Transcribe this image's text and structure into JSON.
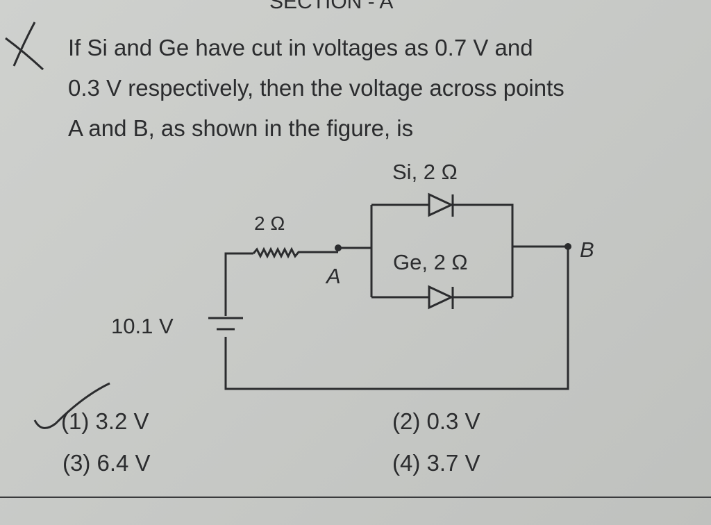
{
  "section_heading": "SECTION - A",
  "question": {
    "lines": [
      "If Si and Ge have cut in voltages as 0.7 V and",
      "0.3 V respectively, then the voltage across points",
      "A and B, as shown in the figure, is"
    ]
  },
  "circuit": {
    "si_diode_label": "Si, 2 Ω",
    "ge_diode_label": "Ge, 2 Ω",
    "resistor_label": "2 Ω",
    "point_a": "A",
    "point_b": "B",
    "battery_label": "10.1 V"
  },
  "options": [
    {
      "number": "(1)",
      "value": "3.2 V"
    },
    {
      "number": "(2)",
      "value": "0.3 V"
    },
    {
      "number": "(3)",
      "value": "6.4 V"
    },
    {
      "number": "(4)",
      "value": "3.7 V"
    }
  ],
  "colors": {
    "ink": "#2b2c2e",
    "paper": "#c9cbc8"
  }
}
